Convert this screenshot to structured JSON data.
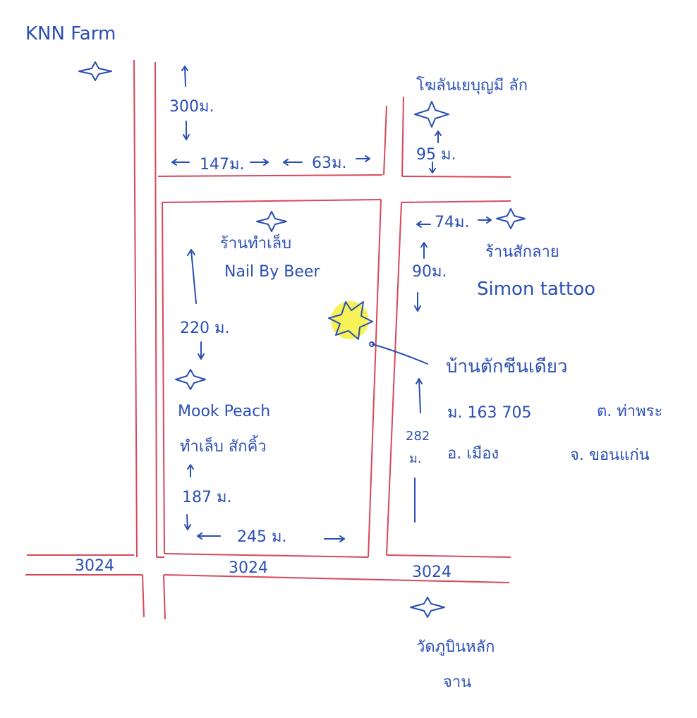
{
  "colors": {
    "ink": "#2a4fb5",
    "road": "#d8485a",
    "highlight": "#f4f03a"
  },
  "labels": {
    "farm": "KNN Farm",
    "top_right_place": "โฆลันเยบุญมี ลัก",
    "nail_shop_thai": "ร้านทำเล็บ",
    "nail_shop_en": "Nail By Beer",
    "tattoo_thai": "ร้านสักลาย",
    "tattoo_en": "Simon tattoo",
    "mook_en": "Mook Peach",
    "mook_thai": "ทำเล็บ สักคิ้ว",
    "house": "บ้านตักชีนเดียว",
    "address_line1": "ม. 163 705",
    "address_subdistrict": "ต. ท่าพระ",
    "address_district": "อ. เมือง",
    "address_province": "จ. ขอนแก่น",
    "temple_line1": "วัดภูบินหลัก",
    "temple_line2": "จาน"
  },
  "distances": {
    "d300": "300ม.",
    "d147": "147ม.",
    "d63": "63ม.",
    "d95": "95 ม.",
    "d74": "74ม.",
    "d90": "90ม.",
    "d220": "220 ม.",
    "d187": "187 ม.",
    "d245": "245 ม.",
    "d282_num": "282",
    "d282_unit": "ม."
  },
  "roads": {
    "r1": "3024",
    "r2": "3024",
    "r3": "3024"
  },
  "icons": {
    "landmark": "four-point-star-icon",
    "destination": "yellow-star-icon"
  }
}
